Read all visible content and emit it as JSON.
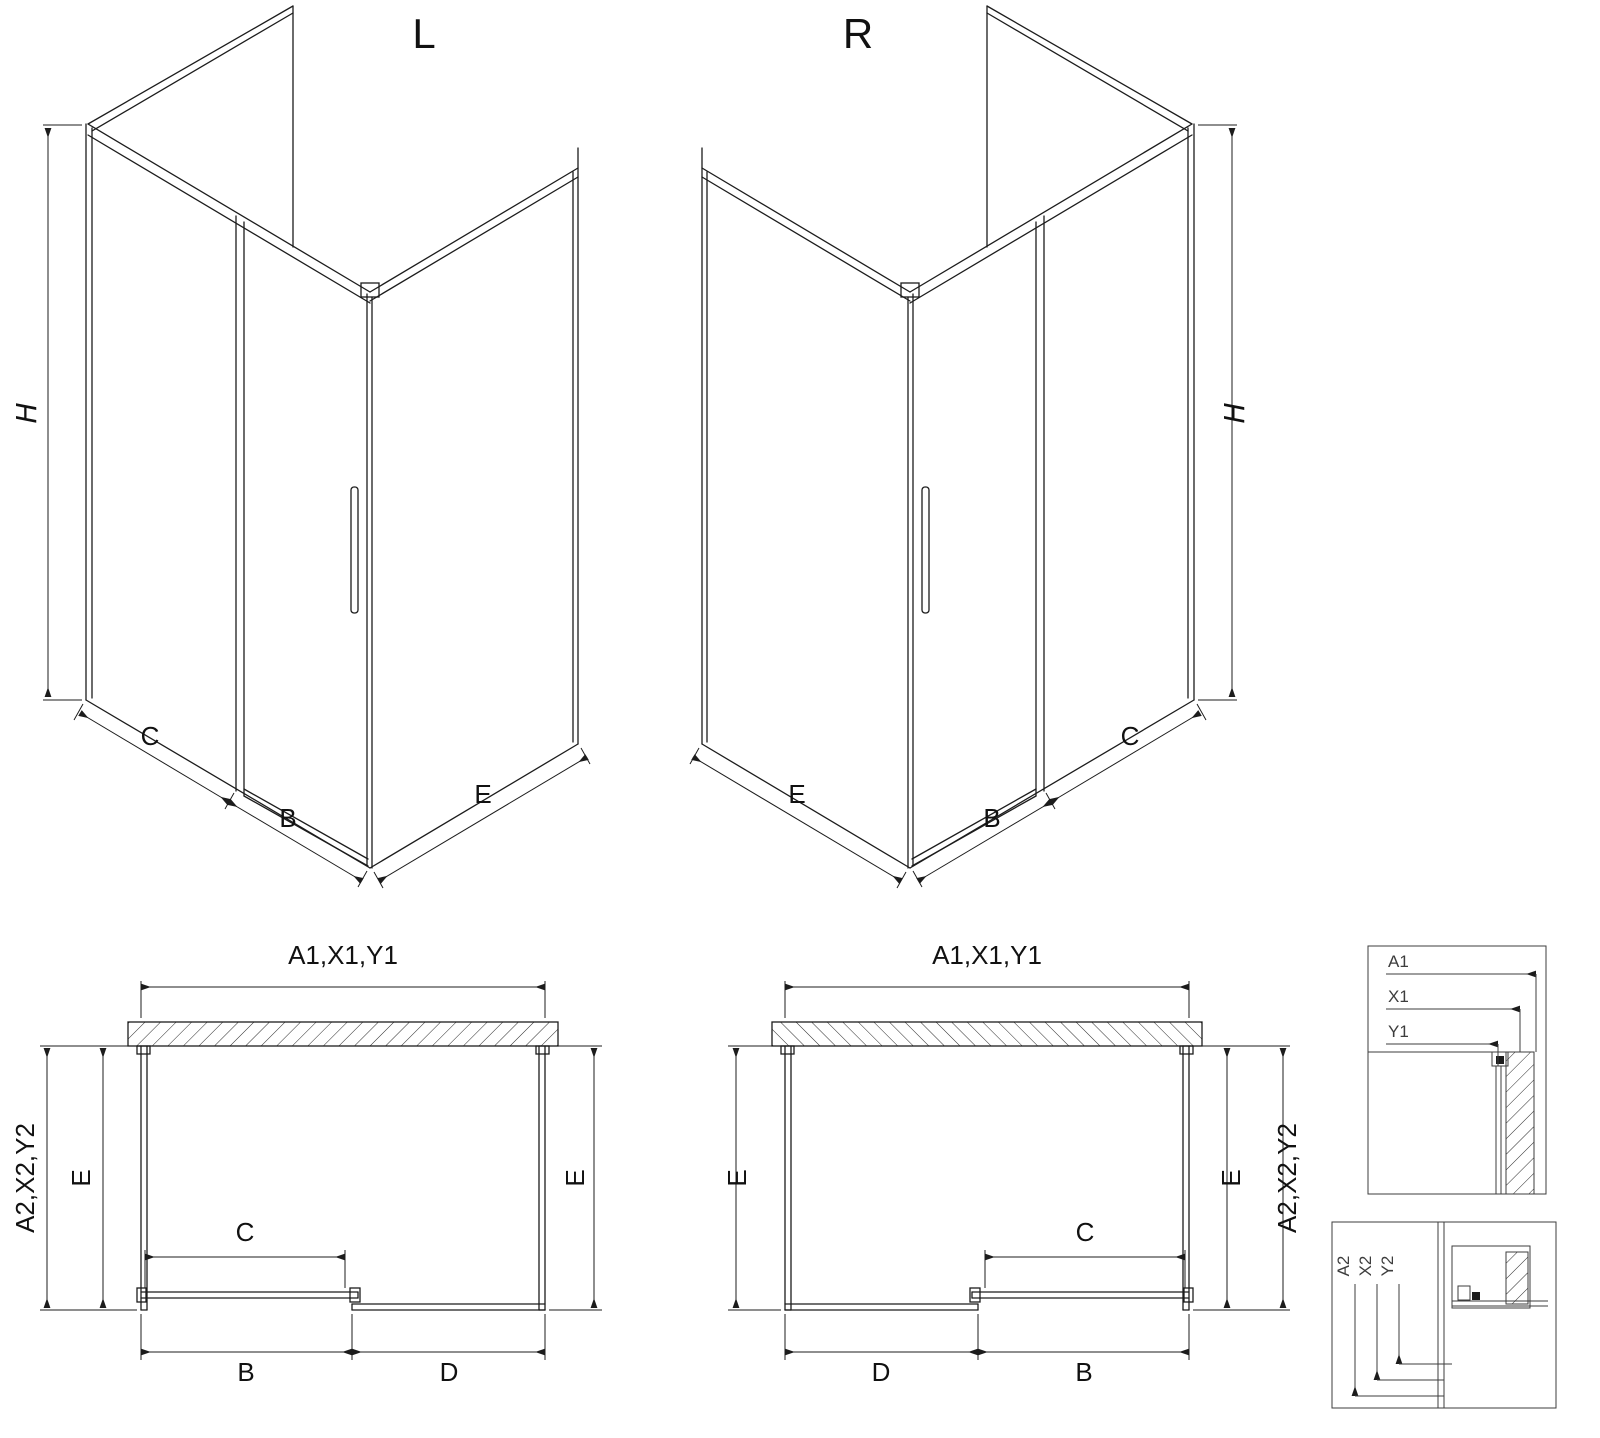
{
  "iso": {
    "left": {
      "title": "L",
      "h": "H",
      "c": "C",
      "b": "B",
      "e": "E"
    },
    "right": {
      "title": "R",
      "h": "H",
      "c": "C",
      "b": "B",
      "e": "E"
    }
  },
  "plan": {
    "left": {
      "width_label": "A1,X1,Y1",
      "depth_label": "A2,X2,Y2",
      "e_left": "E",
      "e_right": "E",
      "c": "C",
      "b": "B",
      "d": "D"
    },
    "right": {
      "width_label": "A1,X1,Y1",
      "depth_label": "A2,X2,Y2",
      "e_left": "E",
      "e_right": "E",
      "c": "C",
      "b": "B",
      "d": "D"
    }
  },
  "details": {
    "a1": {
      "row1": "A1",
      "row2": "X1",
      "row3": "Y1"
    },
    "a2": {
      "row1": "A2",
      "row2": "X2",
      "row3": "Y2"
    }
  },
  "colors": {
    "line": "#1c1c1c",
    "background": "#ffffff"
  }
}
